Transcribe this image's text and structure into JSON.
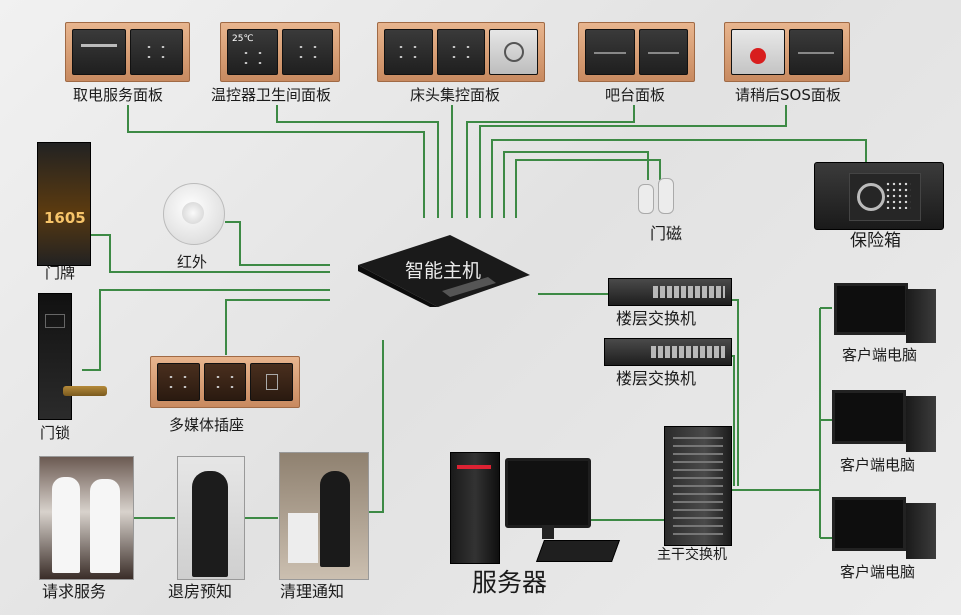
{
  "diagram": {
    "hub_label": "智能主机",
    "panels": [
      {
        "id": "power",
        "label": "取电服务面板"
      },
      {
        "id": "thermo",
        "label": "温控器卫生间面板",
        "display_text": "25℃"
      },
      {
        "id": "bedside",
        "label": "床头集控面板"
      },
      {
        "id": "bar",
        "label": "吧台面板"
      },
      {
        "id": "sos",
        "label": "请稍后SOS面板"
      },
      {
        "id": "media",
        "label": "多媒体插座"
      }
    ],
    "devices": {
      "door_plate": {
        "label": "门牌",
        "number": "1605"
      },
      "infrared": {
        "label": "红外"
      },
      "door_lock": {
        "label": "门锁"
      },
      "door_magnet": {
        "label": "门磁"
      },
      "safe": {
        "label": "保险箱"
      },
      "floor_switch_1": {
        "label": "楼层交换机"
      },
      "floor_switch_2": {
        "label": "楼层交换机"
      },
      "core_switch": {
        "label": "主干交换机"
      },
      "server": {
        "label": "服务器"
      },
      "clients": [
        {
          "label": "客户端电脑"
        },
        {
          "label": "客户端电脑"
        },
        {
          "label": "客户端电脑"
        }
      ]
    },
    "services": [
      {
        "id": "request",
        "label": "请求服务"
      },
      {
        "id": "checkout",
        "label": "退房预知"
      },
      {
        "id": "cleaning",
        "label": "清理通知"
      }
    ]
  },
  "colors": {
    "wire": "#3d8a45",
    "panel_frame": "#d9a07a",
    "module": "#2a2a2a"
  }
}
